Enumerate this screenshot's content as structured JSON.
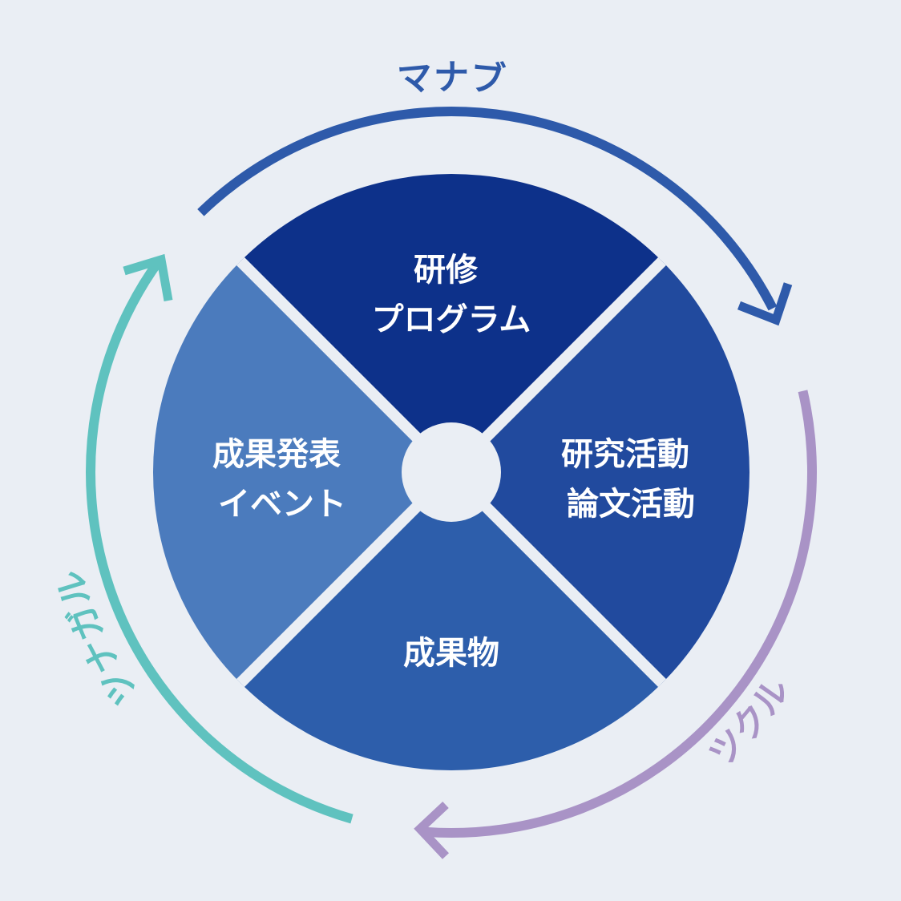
{
  "segments": [
    {
      "lines": [
        "研修",
        "プログラム"
      ],
      "color": "#0d318a"
    },
    {
      "lines": [
        "研究活動",
        "論文活動"
      ],
      "color": "#214a9e"
    },
    {
      "lines": [
        "成果物"
      ],
      "color": "#2d5eab"
    },
    {
      "lines": [
        "成果発表",
        "イベント"
      ],
      "color": "#4b7bbd"
    }
  ],
  "cycle": [
    {
      "label": "マナブ",
      "color": "#2e5aaa"
    },
    {
      "label": "ツクル",
      "color": "#a993c6"
    },
    {
      "label": "ツナガル",
      "color": "#5fc2bf"
    }
  ],
  "background": "#eaeef4"
}
